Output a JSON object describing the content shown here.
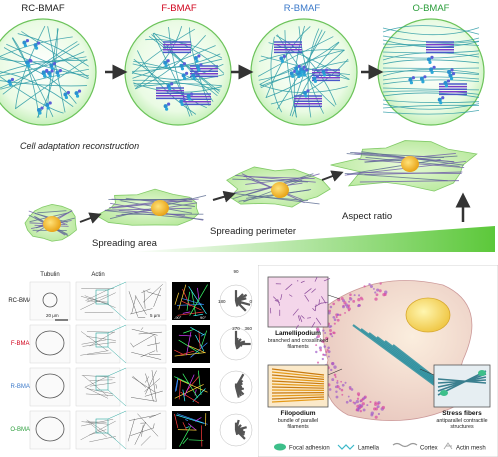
{
  "top": {
    "groups": [
      {
        "label": "RC-BMAF",
        "color": "#1a1a1a"
      },
      {
        "label": "F-BMAF",
        "color": "#d0021b"
      },
      {
        "label": "R-BMAF",
        "color": "#3a78c9"
      },
      {
        "label": "O-BMAF",
        "color": "#2a9d3a"
      }
    ],
    "reconstruction_title": "Cell adaptation reconstruction",
    "stages": [
      "Spreading area",
      "Spreading perimeter",
      "Aspect ratio"
    ]
  },
  "micro": {
    "col_tubulin": "Tubulin",
    "col_actin": "Actin",
    "scale_20": "20 μm",
    "scale_5": "5 μm",
    "rows": [
      {
        "label": "RC-BMAF",
        "color": "#1a1a1a"
      },
      {
        "label": "F-BMAF",
        "color": "#d0021b"
      },
      {
        "label": "R-BMAF",
        "color": "#3a78c9"
      },
      {
        "label": "O-BMAF",
        "color": "#2a9d3a"
      }
    ],
    "angle_neg": "-90°",
    "angle_pos": "90°",
    "polar_90": "90",
    "polar_270": "270",
    "polar_180": "180",
    "polar_0": "0",
    "polar_360": "360"
  },
  "schematic": {
    "lamellipodium_title": "Lamellipodium",
    "lamellipodium_desc1": "branched and crosslinked",
    "lamellipodium_desc2": "filaments",
    "filopodium_title": "Filopodium",
    "filopodium_desc1": "bundle of parallel",
    "filopodium_desc2": "filaments",
    "stress_title": "Stress fibers",
    "stress_desc1": "antiparallel contractile",
    "stress_desc2": "structures",
    "legend": [
      "Focal adhesion",
      "Lamella",
      "Cortex",
      "Actin mesh"
    ]
  }
}
